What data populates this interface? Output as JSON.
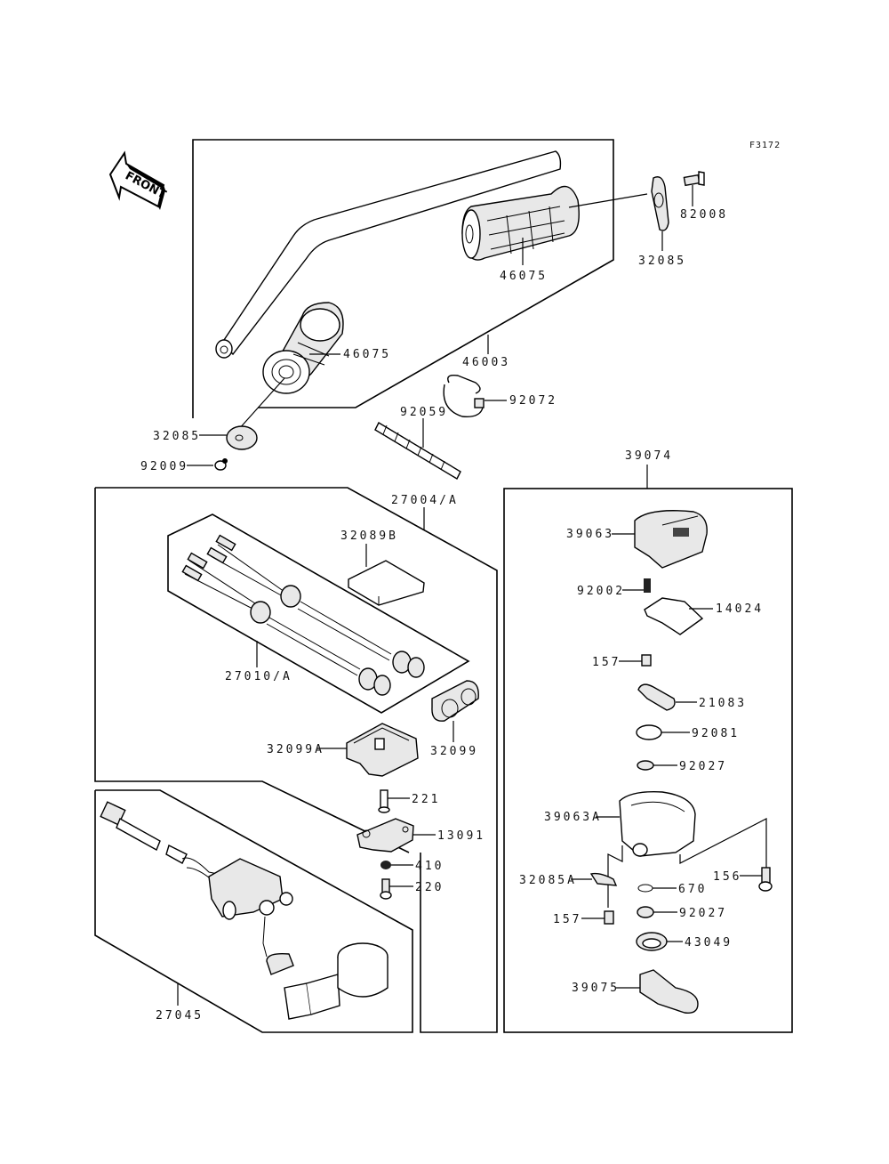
{
  "figure_code": "F3172",
  "front_label": "FRONT",
  "parts": {
    "p82008": "82008",
    "p32085_right": "32085",
    "p46075_right": "46075",
    "p46075_left": "46075",
    "p46003": "46003",
    "p32085_left": "32085",
    "p92009": "92009",
    "p92059": "92059",
    "p92072": "92072",
    "p27004A": "27004/A",
    "p32089B": "32089B",
    "p27010A": "27010/A",
    "p32099": "32099",
    "p32099A": "32099A",
    "p221": "221",
    "p13091": "13091",
    "p410": "410",
    "p220": "220",
    "p27045": "27045",
    "p39074": "39074",
    "p39063": "39063",
    "p92002": "92002",
    "p14024": "14024",
    "p157_top": "157",
    "p21083": "21083",
    "p92081": "92081",
    "p92027_top": "92027",
    "p39063A": "39063A",
    "p32085A": "32085A",
    "p156": "156",
    "p670": "670",
    "p157_bottom": "157",
    "p92027_bottom": "92027",
    "p43049": "43049",
    "p39075": "39075"
  }
}
